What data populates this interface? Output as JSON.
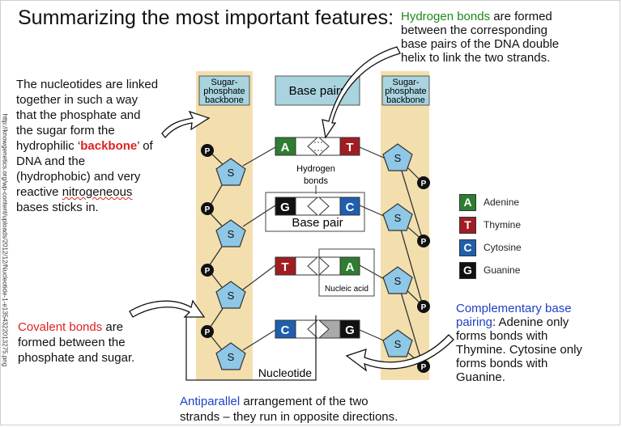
{
  "title": "Summarizing the most important features:",
  "side_url": "http://knowgenetics.org/wp-content/uploads/2012/12/Nucleotide-1-e1354322013275.png",
  "nucleotides_text": {
    "line1": "The nucleotides are linked",
    "line2": "together in such a way",
    "line3": "that the phosphate and",
    "line4": "the sugar form the",
    "line5_a": "hydrophilic ‘",
    "line5_b": "backbone",
    "line5_c": "’ of",
    "line6": "DNA and the",
    "line7": "(hydrophobic) and very",
    "line8_a": "reactive ",
    "line8_b": "nitrogeneous",
    "line9": "bases sticks in."
  },
  "hydrogen_text": {
    "highlight": "Hydrogen bonds",
    "rest1": " are formed",
    "line2": "between the corresponding",
    "line3": "base pairs of the DNA double",
    "line4": "helix to link the two strands."
  },
  "covalent_text": {
    "highlight": "Covalent bonds",
    "rest1": " are",
    "line2": "formed between the",
    "line3": "phosphate and sugar."
  },
  "complementary_text": {
    "highlight1": "Complementary base",
    "highlight2": "pairing",
    "rest1": ": Adenine only",
    "line3": "forms bonds with",
    "line4": "Thymine. Cytosine only",
    "line5": "forms bonds with",
    "line6": "Guanine."
  },
  "antiparallel_text": {
    "highlight": "Antiparallel",
    "rest1": " arrangement of the two",
    "line2": "strands – they run in opposite directions."
  },
  "diagram": {
    "backbone_left": [
      "Sugar-",
      "phosphate",
      "backbone"
    ],
    "backbone_right": [
      "Sugar-",
      "phosphate",
      "backbone"
    ],
    "base_pairs_label": "Base pairs",
    "hydrogen_bonds_label": [
      "Hydrogen",
      "bonds"
    ],
    "base_pair_label": "Base pair",
    "nucleic_acid_label": "Nucleic acid",
    "nucleotide_label": "Nucleotide",
    "sugar_letter": "S",
    "phosphate_letter": "P",
    "rows": [
      {
        "left": "A",
        "right": "T"
      },
      {
        "left": "G",
        "right": "C"
      },
      {
        "left": "T",
        "right": "A"
      },
      {
        "left": "C",
        "right": "G"
      }
    ]
  },
  "legend": [
    {
      "letter": "A",
      "name": "Adenine",
      "color": "#2e7d32"
    },
    {
      "letter": "T",
      "name": "Thymine",
      "color": "#a11d21"
    },
    {
      "letter": "C",
      "name": "Cytosine",
      "color": "#1f5fae"
    },
    {
      "letter": "G",
      "name": "Guanine",
      "color": "#111111"
    }
  ],
  "colors": {
    "backbone_band": "#f3dfae",
    "sugar": "#8fc7e6",
    "header_box": "#a9d4df",
    "highlight_green": "#1a8a1a",
    "highlight_red": "#e02020",
    "highlight_blue": "#1f3fc6"
  }
}
